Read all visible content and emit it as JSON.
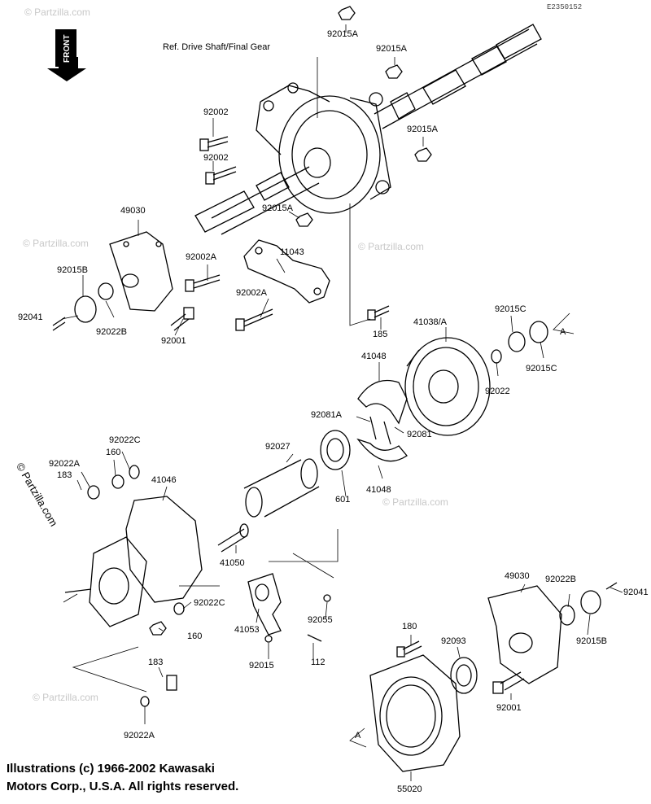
{
  "diagram_code": "E2350152",
  "front_label": "FRONT",
  "ref_drive_shaft": "Ref. Drive Shaft/Final Gear",
  "watermark": "© Partzilla.com",
  "copyright_lines": [
    "Illustrations (c) 1966-2002 Kawasaki",
    "Motors Corp., U.S.A.  All rights reserved."
  ],
  "mark_a": "A",
  "labels": {
    "p92015A_1": "92015A",
    "p92015A_2": "92015A",
    "p92015A_3": "92015A",
    "p92015A_4": "92015A",
    "p92002_1": "92002",
    "p92002_2": "92002",
    "p49030_1": "49030",
    "p92015B_1": "92015B",
    "p92041": "92041",
    "p92022B_1": "92022B",
    "p92002A_1": "92002A",
    "p11043": "11043",
    "p92002A_2": "92002A",
    "p92001_1": "92001",
    "p185": "185",
    "p41038": "41038/A",
    "p92015C_1": "92015C",
    "p92015C_2": "92015C",
    "p41048_1": "41048",
    "p92022": "92022",
    "p92081A": "92081A",
    "p92081": "92081",
    "p92027": "92027",
    "p601": "601",
    "p41048_2": "41048",
    "p92022C_1": "92022C",
    "p92022A_1": "92022A",
    "p160_1": "160",
    "p183_1": "183",
    "p41046": "41046",
    "p41050": "41050",
    "p92022C_2": "92022C",
    "p160_2": "160",
    "p41053": "41053",
    "p92055": "92055",
    "p92015": "92015",
    "p112": "112",
    "p49030_2": "49030",
    "p92022B_2": "92022B",
    "p92041_2": "92041",
    "p180": "180",
    "p92093": "92093",
    "p92015B_2": "92015B",
    "p183_2": "183",
    "p92022A_2": "92022A",
    "p92001_2": "92001",
    "p55020": "55020"
  }
}
